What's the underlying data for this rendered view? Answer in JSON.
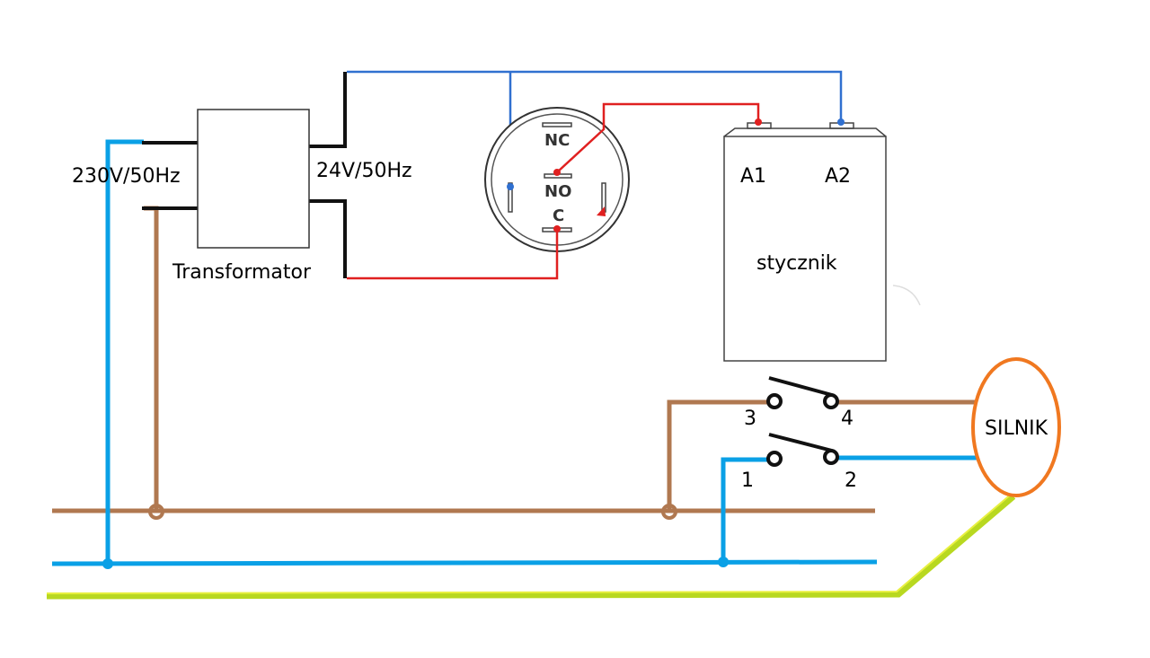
{
  "supply_voltage": "230V/50Hz",
  "secondary_voltage": "24V/50Hz",
  "transformer_label": "Transformator",
  "button_terminals": {
    "nc": "NC",
    "no": "NO",
    "c": "C"
  },
  "contactor": {
    "label": "stycznik",
    "coil_a1": "A1",
    "coil_a2": "A2"
  },
  "contact_terminals": {
    "t1": "1",
    "t2": "2",
    "t3": "3",
    "t4": "4"
  },
  "motor_label": "SILNIK",
  "colors": {
    "neutral_blue": "#0aa0e6",
    "phase_brown": "#b07850",
    "earth_yellow_green": "#c8e632",
    "control_red": "#e02020",
    "control_blue": "#3070d0",
    "motor_orange": "#f07820"
  }
}
